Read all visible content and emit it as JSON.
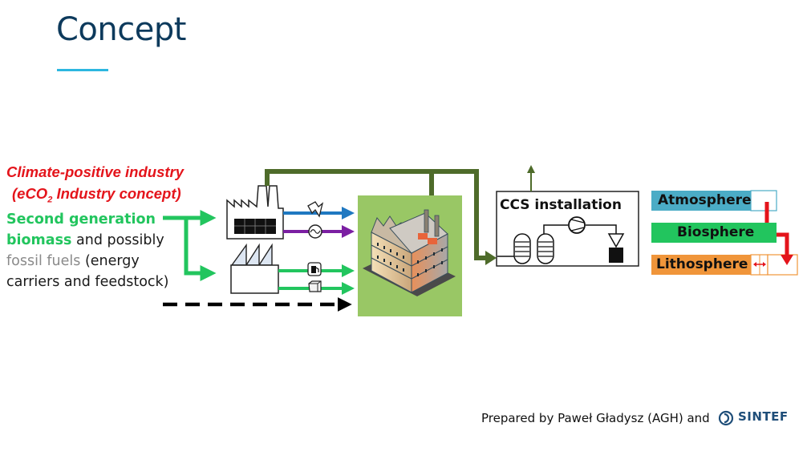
{
  "slide": {
    "title": "Concept",
    "accent_color": "#2db7e0",
    "title_color": "#0d3a5c"
  },
  "left_text": {
    "heading_line1": "Climate-positive industry",
    "heading_line2_pre": "(eCO",
    "heading_line2_sub": "2",
    "heading_line2_post": " Industry concept)",
    "line1_green": "Second generation",
    "line2_green": "biomass",
    "line2_black": " and possibly",
    "line3_gray": "fossil fuels",
    "line3_black": " (energy",
    "line4_black": "carriers and feedstock)"
  },
  "diagram": {
    "icons": [
      "factory-icon",
      "lightning-icon",
      "generator-icon",
      "fuel-pump-icon",
      "box-icon",
      "industrial-building-icon",
      "storage-tanks-icon",
      "compressor-icon",
      "injection-icon"
    ],
    "ccs_label": "CCS installation",
    "flows": {
      "electricity_color": "#1f78c1",
      "heat_color": "#7b1fa2",
      "biomass_color": "#22c55e",
      "co2_color": "#4e6b2a",
      "other_color": "#000000"
    }
  },
  "spheres": [
    {
      "label": "Atmosphere",
      "color": "#4bacc6"
    },
    {
      "label": "Biosphere",
      "color": "#22c55e"
    },
    {
      "label": "Lithosphere",
      "color": "#f0953a"
    }
  ],
  "footer": {
    "credit": "Prepared by Paweł Gładysz (AGH) and",
    "logo_text": "SINTEF"
  }
}
